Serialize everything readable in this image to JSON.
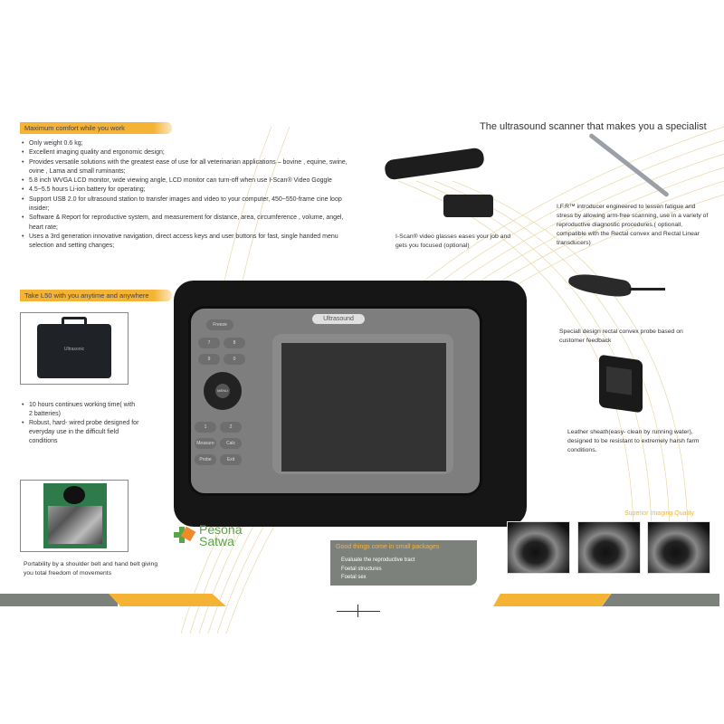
{
  "headline": "The ultrasound scanner that makes you a specialist",
  "comfort": {
    "heading": "Maximum comfort while you work",
    "bullets": [
      "Only weight 0.6 kg;",
      "Excellent imaging quality and ergonomic design;",
      "Provides versatile solutions with the greatest ease of use for all veterinarian applications – bovine , equine, swine, ovine , Lama and small ruminants;",
      "5.8 inch WVGA LCD monitor, wide viewing angle, LCD monitor can turn-off when use I-Scan® Video Goggle",
      "4.5~5.5 hours Li-ion battery for operating;",
      "Support USB 2.0 for ultrasound station to transfer images and video to your computer, 450~550-frame cine loop insider;",
      "Software & Report for reproductive system, and measurement for distance, area, circumference , volume, angel, heart rate;",
      "Uses a 3rd generation innovative navigation, direct access keys and user buttons for fast, single handed menu selection and setting changes;"
    ]
  },
  "portable": {
    "heading": "Take L50 with you anytime and anywhere",
    "case_label": "Ultrasonic",
    "bullets": [
      "10 hours continues working time( with 2 batteries)",
      "Robust, hard- wired probe designed for everyday use in the difficult field conditions"
    ],
    "belt_caption": "Portability by a shoulder belt and hand belt giving you total freedom of movements"
  },
  "accessories": {
    "goggles_caption": "I-Scan® video glasses eases your job and gets you focused (optional)",
    "introducer_caption": "I.F.R™ introducer engineered to lessen fatigue and stress by allowing arm-free scanning, use in a variety of reproductive diagnostic procedures.( optionall, compatible with the Rectal convex and Rectal Linear transducers)",
    "probe_caption": "Speciall design rectal convex probe based on customer feedback",
    "sheath_caption": "Leather sheath(easy- clean by running water), designed to be resistant to extremely harsh farm conditions."
  },
  "device": {
    "label": "Ultrasound",
    "keys": [
      "Freeze",
      "7",
      "8",
      "9",
      "0",
      "MENU",
      "1",
      "2",
      "Measure",
      "Calc",
      "Probe",
      "Exit"
    ]
  },
  "logo": {
    "line1": "Pesona",
    "line2": "Satwa"
  },
  "packages": {
    "heading": "Good things come in small packages",
    "items": [
      "Evaluate the reproductive tract",
      "Foetal structures",
      "Foetal sex"
    ]
  },
  "imaging": {
    "heading": "Superior Imaging Quality"
  },
  "colors": {
    "accent": "#f5b335",
    "grey": "#7d817c",
    "green": "#5ba546",
    "orange": "#ee8a2a"
  }
}
